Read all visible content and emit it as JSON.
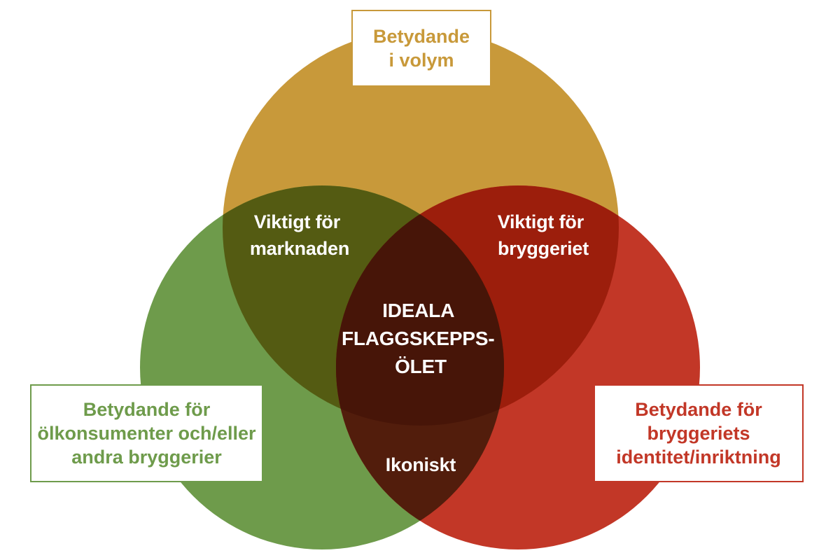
{
  "colors": {
    "volume": "#c8993a",
    "consumers": "#6e9b4b",
    "brewery": "#c23727",
    "overlap_market": "#545b12",
    "overlap_brewery": "#9c1e0c",
    "overlap_iconic": "#521d0c",
    "overlap_center": "#471508"
  },
  "circles": {
    "volume": {
      "title_lines": [
        "Betydande",
        "i volym"
      ]
    },
    "consumers": {
      "title_lines": [
        "Betydande för",
        "ölkonsumenter och/eller",
        "andra bryggerier"
      ]
    },
    "brewery": {
      "title_lines": [
        "Betydande för",
        "bryggeriets",
        "identitet/inriktning"
      ]
    }
  },
  "overlaps": {
    "market": [
      "Viktigt för",
      "marknaden"
    ],
    "brewery": [
      "Viktigt för",
      "bryggeriet"
    ],
    "iconic": [
      "Ikoniskt"
    ],
    "center": [
      "IDEALA",
      "FLAGGSKEPPS-",
      "ÖLET"
    ]
  }
}
